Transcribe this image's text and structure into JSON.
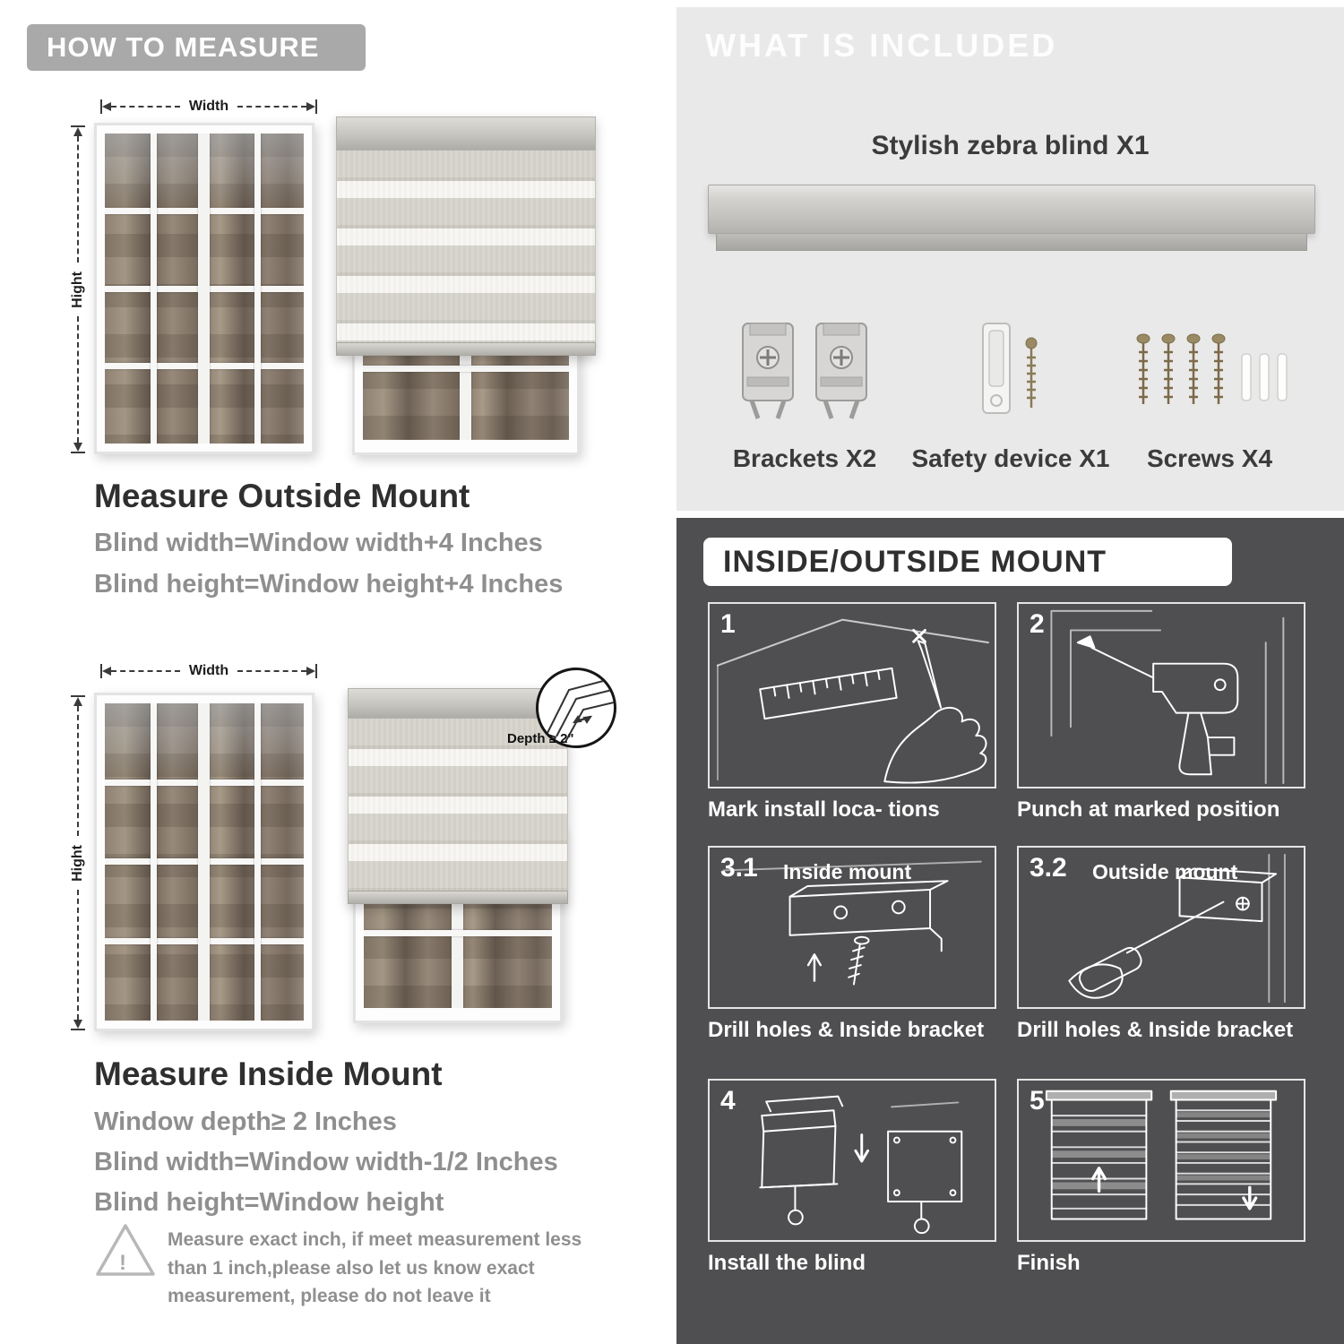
{
  "left": {
    "header": "HOW TO MEASURE",
    "outside": {
      "width_label": "Width",
      "height_label": "Hight",
      "title": "Measure Outside Mount",
      "lines": [
        "Blind width=Window width+4 Inches",
        "Blind height=Window height+4 Inches"
      ]
    },
    "inside": {
      "width_label": "Width",
      "height_label": "Hight",
      "depth_label": "Depth ≥ 2\"",
      "title": "Measure Inside Mount",
      "lines": [
        "Window depth≥ 2 Inches",
        "Blind width=Window width-1/2 Inches",
        "Blind height=Window height"
      ]
    },
    "note": {
      "mark": "!",
      "text": "Measure exact inch, if meet measurement less than 1 inch,please also let us know exact measurement, please do not leave it"
    }
  },
  "right": {
    "included": {
      "header": "WHAT IS INCLUDED",
      "blind_label": "Stylish zebra blind X1",
      "items": [
        "Brackets X2",
        "Safety device X1",
        "Screws X4"
      ]
    },
    "mount": {
      "header": "INSIDE/OUTSIDE MOUNT",
      "steps": [
        {
          "num": "1",
          "label": "",
          "caption": "Mark install loca- tions"
        },
        {
          "num": "2",
          "label": "",
          "caption": "Punch at  marked position"
        },
        {
          "num": "3.1",
          "label": "Inside mount",
          "caption": "Drill holes &  Inside bracket"
        },
        {
          "num": "3.2",
          "label": "Outside mount",
          "caption": "Drill holes &  Inside bracket"
        },
        {
          "num": "4",
          "label": "",
          "caption": "Install the blind"
        },
        {
          "num": "5",
          "label": "",
          "caption": "Finish"
        }
      ]
    }
  },
  "colors": {
    "header_pill": "#a9a9a9",
    "light_panel": "#e9e9e9",
    "dark_panel": "#4f4f51",
    "gray_text": "#8f8f8f",
    "dark_text": "#2f2f2f"
  }
}
